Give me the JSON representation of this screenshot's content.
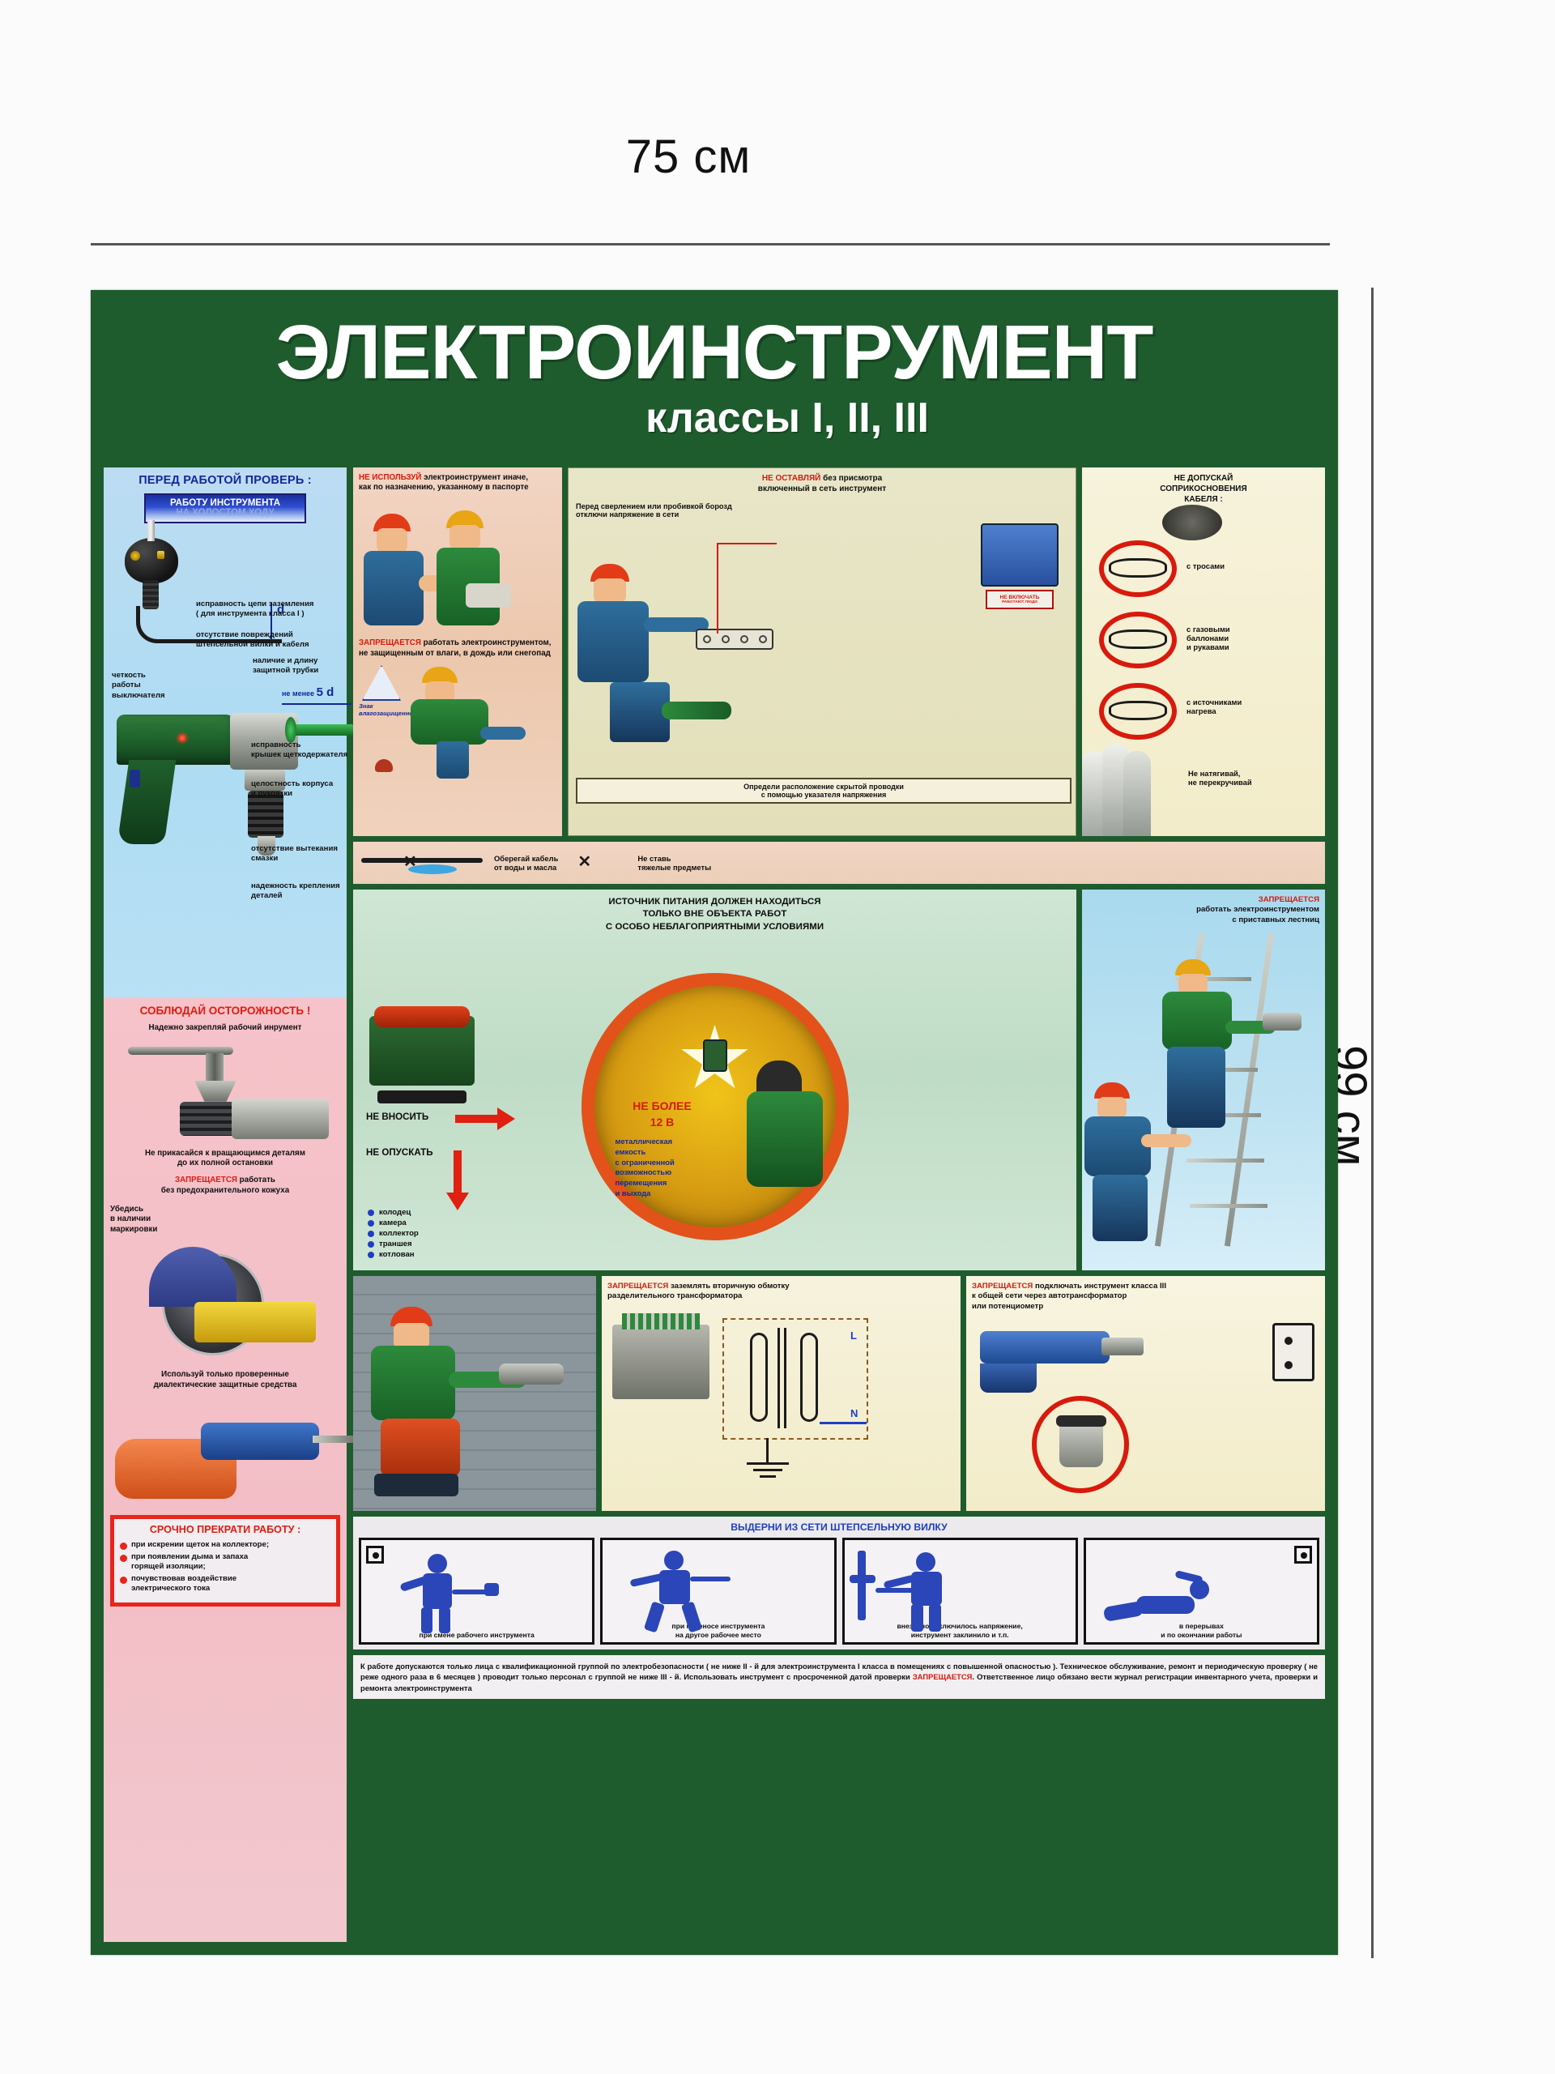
{
  "dimensions": {
    "width_label": "75 см",
    "height_label": "99 см"
  },
  "poster": {
    "title": "ЭЛЕКТРОИНСТРУМЕНТ",
    "subtitle": "классы I, II, III",
    "accent_green": "#1e5c2e",
    "accent_red": "#d81a0d",
    "accent_blue": "#14279b"
  },
  "left": {
    "check_panel": {
      "heading": "ПЕРЕД РАБОТОЙ ПРОВЕРЬ :",
      "badge_line1": "РАБОТУ ИНСТРУМЕНТА",
      "badge_line2": "НА ХОЛОСТОМ ХОДУ",
      "labels": {
        "ground_circuit": "исправность цепи заземления\n( для инструмента класса I )",
        "plug_damage": "отсутствие повреждений\nштепсельной вилки и кабеля",
        "switch_clarity": "четкость\nработы\nвыключателя",
        "tube_presence": "наличие и длину\nзащитной трубки",
        "tube_min": "не менее",
        "tube_min_val": "5 d",
        "dim_d": "d",
        "brush_covers": "исправность\nкрышек щеткодержателя",
        "housing_integrity": "целостность корпуса\nи рукоятки",
        "no_grease_leak": "отсутствие вытекания смазки",
        "fasteners": "надежность крепления деталей"
      }
    },
    "caution_panel": {
      "heading": "СОБЛЮДАЙ ОСТОРОЖНОСТЬ !",
      "line1": "Надежно закрепляй рабочий инрумент",
      "line2": "Не прикасайся к вращающимся деталям\nдо их полной остановки",
      "line3_red": "ЗАПРЕЩАЕТСЯ",
      "line3_rest": " работать",
      "line3_second": "без предохранительного кожуха",
      "line4": "Убедись\nв наличии\nмаркировки",
      "line5": "Используй только проверенные\nдиалектические защитные средства"
    },
    "stop_box": {
      "heading": "СРОЧНО ПРЕКРАТИ РАБОТУ :",
      "items": [
        "при искрении щеток на коллекторе;",
        "при появлении дыма и запаха\nгорящей изоляции;",
        "почувствовав воздействие\nэлектрического тока"
      ]
    }
  },
  "right": {
    "misuse": {
      "heading_1": "НЕ ИСПОЛЬЗУЙ",
      "heading_2": " электроинструмент иначе,\nкак по назначению, указанному в паспорте",
      "forbid_red": "ЗАПРЕЩАЕТСЯ",
      "forbid_rest": " работать электроинструментом,\nне защищенным от влаги, в дождь или снегопад",
      "ip_sign_caption": "Знак\nвлагозащищенности"
    },
    "unattended": {
      "heading_red": "НЕ ОСТАВЛЯЙ",
      "heading_rest": " без присмотра\nвключенный в сеть инструмент",
      "before_drill": "Перед сверлением или пробивкой борозд\nотключи напряжение в сети",
      "tag_line1": "НЕ ВКЛЮЧАТЬ",
      "tag_line2": "РАБОТАЮТ ЛЮДИ",
      "bottom_note": "Определи расположение скрытой проводки\nс помощью указателя напряжения"
    },
    "contact": {
      "heading": "НЕ ДОПУСКАЙ\nСОПРИКОСНОВЕНИЯ\nКАБЕЛЯ :",
      "item1": "с тросами",
      "item2": "с газовыми\nбаллонами\nи рукавами",
      "item3": "с источниками\nнагрева",
      "note_right": "Не натягивай,\nне перекручивай"
    },
    "cable_care": {
      "protect": "Оберегай кабель\nот воды и масла",
      "noload": "Не ставь\nтяжелые предметы"
    },
    "source": {
      "heading": "ИСТОЧНИК ПИТАНИЯ ДОЛЖЕН НАХОДИТЬСЯ\nТОЛЬКО ВНЕ ОБЪЕКТА РАБОТ\nС ОСОБО НЕБЛАГОПРИЯТНЫМИ УСЛОВИЯМИ",
      "not_bring_in": "НЕ ВНОСИТЬ",
      "not_lower": "НЕ ОПУСКАТЬ",
      "vessel_limit_1": "НЕ БОЛЕЕ",
      "vessel_limit_2": "12 В",
      "vessel_desc": "металлическая\nемкость\nс ограниченной\nвозможностью\nперемещения\nи выхода",
      "places": [
        "колодец",
        "камера",
        "коллектор",
        "траншея",
        "котлован"
      ]
    },
    "ladder": {
      "heading_red": "ЗАПРЕЩАЕТСЯ",
      "heading_rest": "работать электроинструментом\nс приставных лестниц"
    },
    "transformer": {
      "heading_red": "ЗАПРЕЩАЕТСЯ",
      "heading_rest": " заземлять вторичную обмотку\nразделительного трансформатора",
      "terminal_l": "L",
      "terminal_n": "N"
    },
    "autotransformer": {
      "heading_red": "ЗАПРЕЩАЕТСЯ",
      "heading_rest": " подключать инструмент класса III\nк общей сети через автотрансформатор\nили потенциометр"
    },
    "pull_plug": {
      "heading": "ВЫДЕРНИ ИЗ СЕТИ ШТЕПСЕЛЬНУЮ ВИЛКУ",
      "captions": [
        "при смене рабочего инструмента",
        "при переносе инструмента\nна другое рабочее место",
        "внезапно отключилось напряжение,\nинструмент заклинило и т.п.",
        "в перерывах\nи по окончании работы"
      ]
    },
    "footnote": {
      "text_part1": "К работе допускаются только лица с квалификационной группой по электробезопасности ( не ниже II - й для электроинструмента I класса в помещениях с повышенной опасностью ). Техническое обслуживание, ремонт и периодическую проверку ( не реже одного раза в 6 месяцев ) проводит только персонал с группой не ниже III - й. Использовать инструмент с просроченной датой проверки ",
      "forbidden": "ЗАПРЕЩАЕТСЯ",
      "text_part2": ". Ответственное лицо обязано вести журнал регистрации инвентарного учета, проверки и ремонта электроинструмента"
    }
  }
}
